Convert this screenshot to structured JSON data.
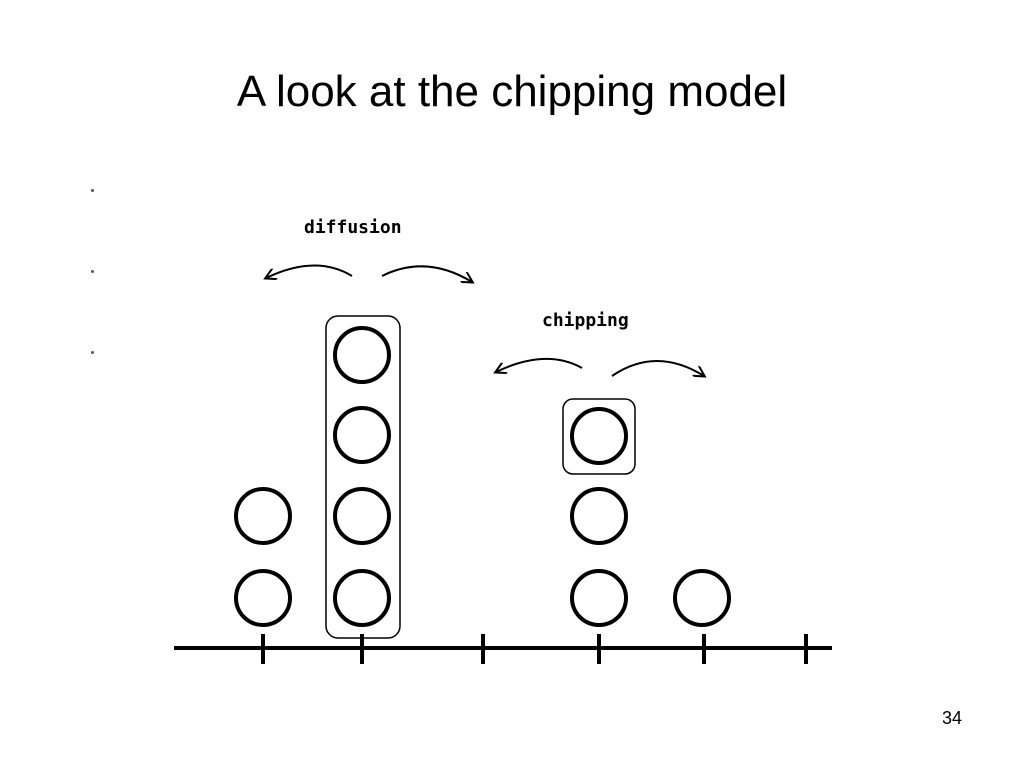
{
  "slide": {
    "title": "A look at the chipping model",
    "page_number": "34"
  },
  "diagram": {
    "labels": {
      "diffusion": "diffusion",
      "chipping": "chipping"
    },
    "columns": [
      {
        "site": 1,
        "particles": 2,
        "boxed": false
      },
      {
        "site": 2,
        "particles": 4,
        "boxed": true
      },
      {
        "site": 3,
        "particles": 0,
        "boxed": false
      },
      {
        "site": 4,
        "particles": 3,
        "boxed_particles": 1
      },
      {
        "site": 5,
        "particles": 1,
        "boxed": false
      },
      {
        "site": 6,
        "particles": 0,
        "boxed": false
      }
    ],
    "stroke_color": "#000000"
  }
}
